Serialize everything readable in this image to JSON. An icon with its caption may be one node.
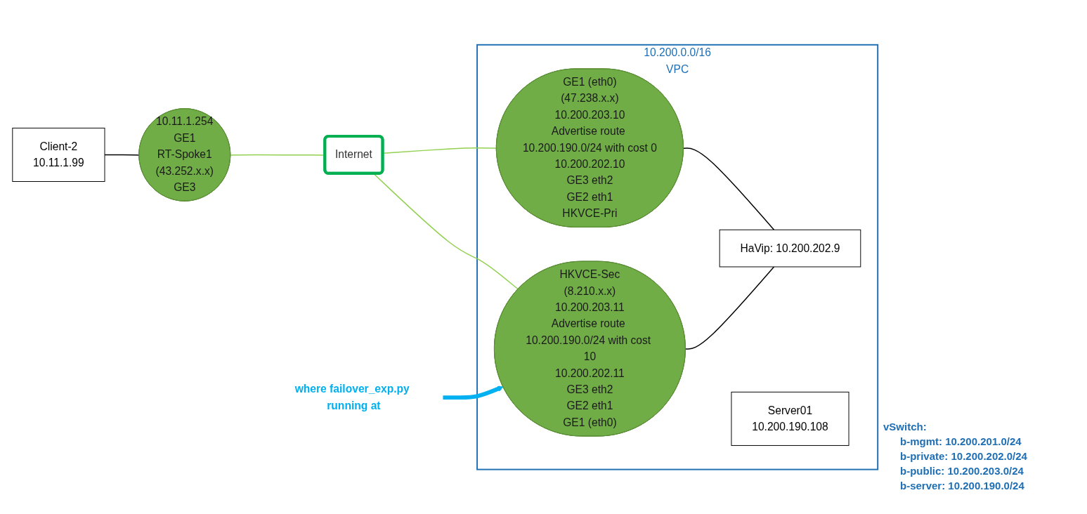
{
  "diagram": {
    "nodes": [
      {
        "text": [
          "10.200.0.0/16",
          "VPC"
        ]
      },
      {
        "text": [
          "Client-2",
          "10.11.1.99"
        ]
      },
      {
        "text": [
          "10.11.1.254",
          "GE1",
          "RT-Spoke1",
          "(43.252.x.x)",
          "GE3"
        ]
      },
      {
        "text": [
          "Internet"
        ]
      },
      {
        "text": [
          "GE1 (eth0)",
          "(47.238.x.x)",
          "10.200.203.10",
          "Advertise route 10.200.190.0/24 with cost 0",
          "10.200.202.10",
          "GE3 eth2",
          "GE2 eth1",
          "HKVCE-Pri"
        ],
        "in": 0
      },
      {
        "text": [
          "HaVip: 10.200.202.9"
        ],
        "in": 0
      },
      {
        "text": [
          "HKVCE-Sec",
          "(8.210.x.x)",
          "10.200.203.11",
          "Advertise route 10.200.190.0/24 with cost 10",
          "10.200.202.11",
          "GE3 eth2",
          "GE2 eth1",
          "GE1 (eth0)"
        ],
        "in": 0
      },
      {
        "text": [
          "Server01",
          "10.200.190.108"
        ],
        "in": 0
      },
      {
        "text": [
          "where failover_exp.py running at"
        ]
      }
    ],
    "edges": [
      {
        "from": 1,
        "to": 2,
        "arrow": "none",
        "color": "#000000"
      },
      {
        "from": 2,
        "to": 3,
        "arrow": "none",
        "color": "#92d050"
      },
      {
        "from": 3,
        "to": 4,
        "arrow": "none",
        "color": "#92d050"
      },
      {
        "from": 3,
        "to": 6,
        "arrow": "none",
        "color": "#92d050"
      },
      {
        "from": 4,
        "to": 5,
        "arrow": "none",
        "color": "#000000"
      },
      {
        "from": 6,
        "to": 5,
        "arrow": "none",
        "color": "#000000"
      },
      {
        "from": 8,
        "to": 6,
        "arrow": "to",
        "style": "thick",
        "color": "#00b0f0"
      }
    ],
    "labels": [
      "vSwitch:",
      "b-mgmt: 10.200.201.0/24",
      "b-private: 10.200.202.0/24",
      "b-public: 10.200.203.0/24",
      "b-server: 10.200.190.0/24"
    ]
  }
}
